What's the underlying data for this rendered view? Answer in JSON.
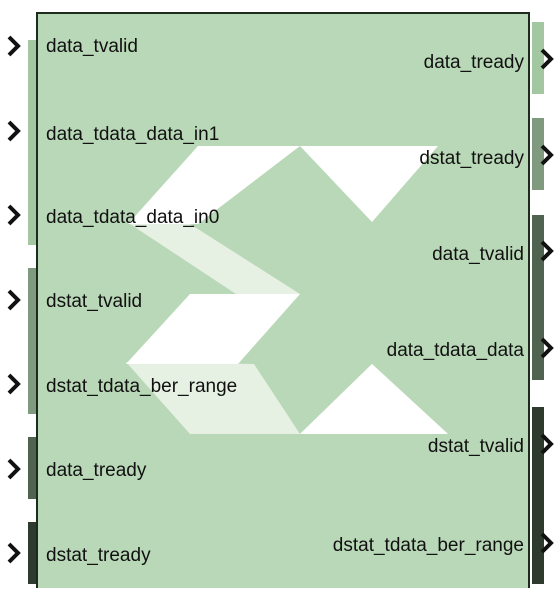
{
  "block": {
    "inputs": [
      {
        "name": "data_tvalid"
      },
      {
        "name": "data_tdata_data_in1"
      },
      {
        "name": "data_tdata_data_in0"
      },
      {
        "name": "dstat_tvalid"
      },
      {
        "name": "dstat_tdata_ber_range"
      },
      {
        "name": "data_tready"
      },
      {
        "name": "dstat_tready"
      }
    ],
    "outputs": [
      {
        "name": "data_tready"
      },
      {
        "name": "dstat_tready"
      },
      {
        "name": "data_tvalid"
      },
      {
        "name": "data_tdata_data"
      },
      {
        "name": "dstat_tvalid"
      },
      {
        "name": "dstat_tdata_ber_range"
      }
    ]
  },
  "colors": {
    "block_fill": "#b9d8b7",
    "logo_white": "#ffffff",
    "logo_faint": "#e6f1e4",
    "bar_light": "#a3c7a0",
    "bar_mid": "#7f9a7e",
    "bar_dark": "#506250",
    "bar_darkest": "#2d3a2d"
  }
}
